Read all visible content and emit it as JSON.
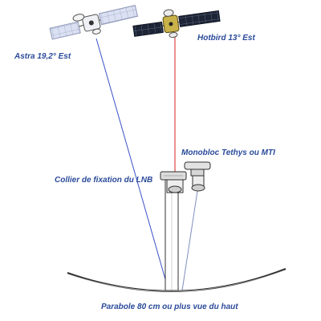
{
  "labels": {
    "astra": "Astra 19,2° Est",
    "hotbird": "Hotbird 13° Est",
    "monobloc": "Monobloc Tethys ou MTI",
    "collier": "Collier de fixation du LNB",
    "parabole": "Parabole 80 cm ou plus vue du haut"
  },
  "colors": {
    "text": "#2a4a9a",
    "astra_ray": "#3a50c8",
    "hotbird_ray": "#d42020",
    "reflection_ray": "#7f8fbf",
    "dish_outline": "#303030",
    "astra_panel": "#d6dcf0",
    "hotbird_panel": "#202a3c"
  },
  "icons": {
    "astra": "satellite-icon",
    "hotbird": "satellite-icon",
    "lnb": "lnb-monobloc-icon",
    "dish": "parabolic-dish-icon"
  }
}
